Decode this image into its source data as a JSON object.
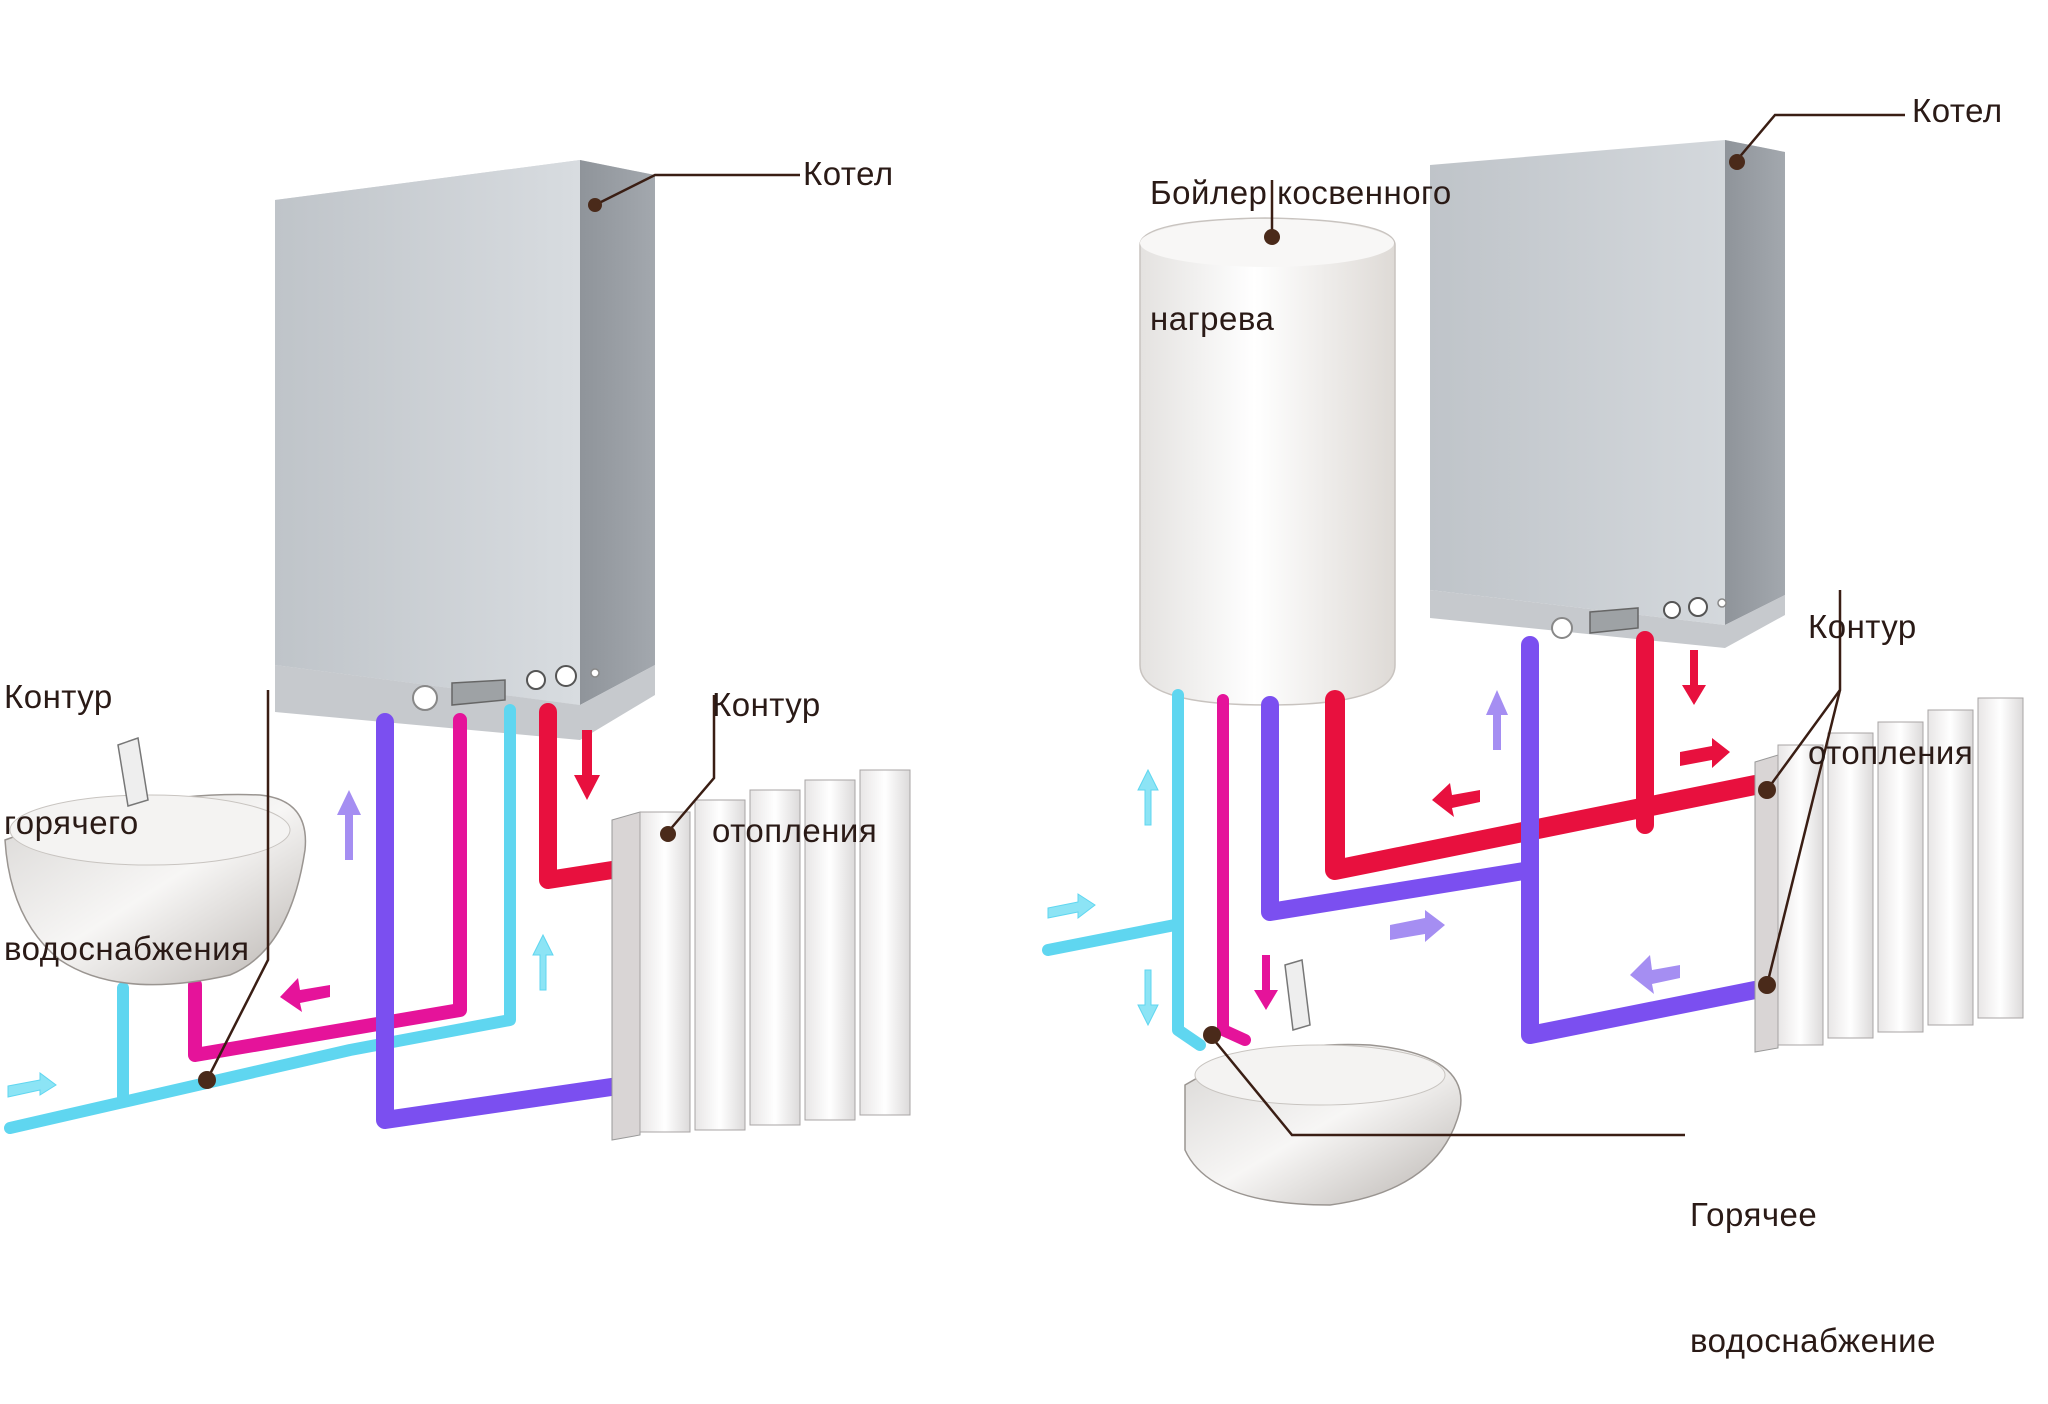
{
  "title": "Схемы подключения котла: двухконтурный котел и котел с бойлером косвенного нагрева",
  "colors": {
    "cold_water": "#5fd6f0",
    "hot_water": "#e5139a",
    "heating_supply": "#e8103e",
    "heating_return": "#7b4ff0",
    "return_arrow": "#a58ef2",
    "boiler_body": "#a9aeb4",
    "leader_line": "#3a1e14",
    "text": "#2a1a16"
  },
  "left_scheme": {
    "labels": {
      "boiler": "Котел",
      "dhw_circuit": [
        "Контур",
        "горячего",
        "водоснабжения"
      ],
      "heating_circuit": [
        "Контур",
        "отопления"
      ]
    },
    "components": [
      "boiler",
      "sink",
      "radiator"
    ],
    "flows": [
      {
        "pipe": "cold_water",
        "direction": "in",
        "arrow": "right"
      },
      {
        "pipe": "cold_water",
        "direction": "to-boiler",
        "arrow": "up"
      },
      {
        "pipe": "hot_water",
        "direction": "to-sink",
        "arrow": "left"
      },
      {
        "pipe": "heating_supply",
        "direction": "to-radiator",
        "arrow": "down"
      },
      {
        "pipe": "heating_return",
        "direction": "to-boiler",
        "arrow": "up"
      }
    ]
  },
  "right_scheme": {
    "labels": {
      "indirect_boiler": [
        "Бойлер косвенного",
        "нагрева"
      ],
      "boiler": "Котел",
      "heating_circuit": [
        "Контур",
        "отопления"
      ],
      "hot_water": [
        "Горячее",
        "водоснабжение"
      ]
    },
    "components": [
      "indirect-boiler-tank",
      "boiler",
      "radiator",
      "sink"
    ],
    "flows": [
      {
        "pipe": "cold_water",
        "direction": "in",
        "arrow": "right"
      },
      {
        "pipe": "cold_water",
        "direction": "to-tank",
        "arrow": "up"
      },
      {
        "pipe": "cold_water",
        "direction": "down",
        "arrow": "down"
      },
      {
        "pipe": "hot_water",
        "direction": "to-sink",
        "arrow": "down"
      },
      {
        "pipe": "heating_supply",
        "direction": "to-tank",
        "arrow": "left"
      },
      {
        "pipe": "heating_supply",
        "direction": "from-boiler",
        "arrow": "down"
      },
      {
        "pipe": "heating_supply",
        "direction": "to-radiator",
        "arrow": "right"
      },
      {
        "pipe": "heating_return",
        "direction": "from-tank",
        "arrow": "right"
      },
      {
        "pipe": "heating_return",
        "direction": "to-boiler",
        "arrow": "up"
      },
      {
        "pipe": "heating_return",
        "direction": "from-radiator",
        "arrow": "left"
      }
    ]
  }
}
